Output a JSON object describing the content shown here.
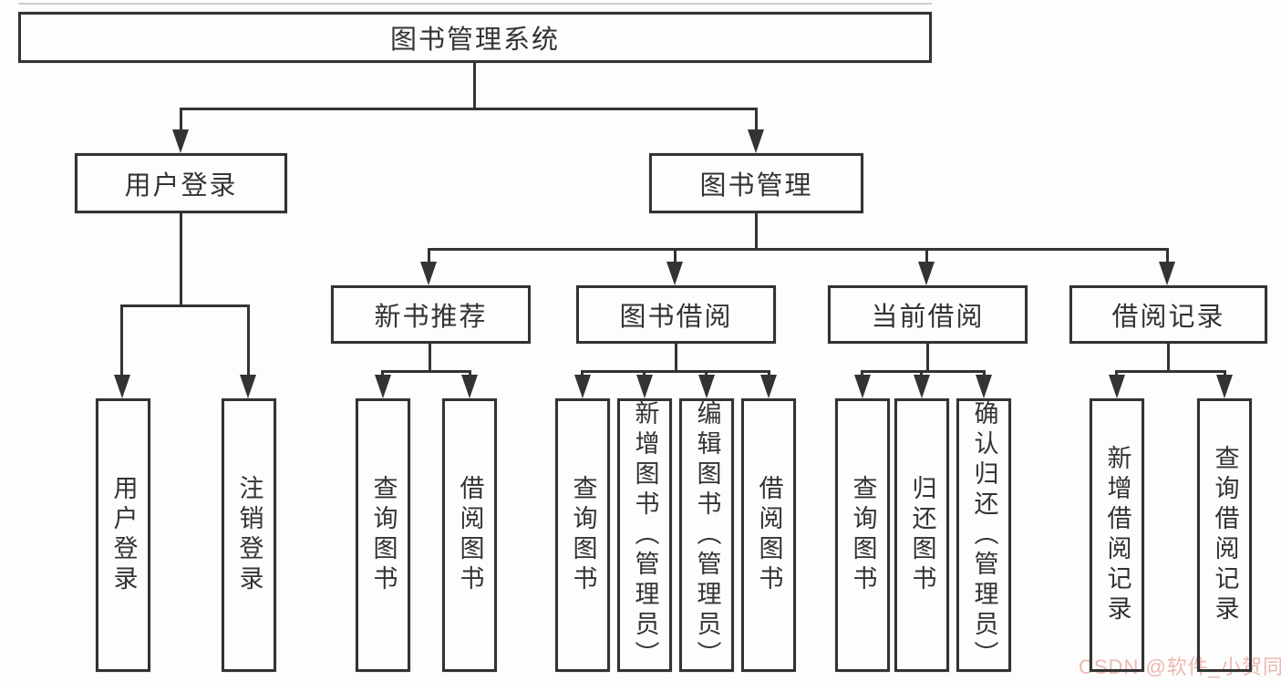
{
  "tree": {
    "root": "图书管理系统",
    "level2": [
      "用户登录",
      "图书管理"
    ],
    "level3": [
      "新书推荐",
      "图书借阅",
      "当前借阅",
      "借阅记录"
    ],
    "leaves": {
      "user_login": [
        "用户登录",
        "注销登录"
      ],
      "new_books": [
        "查询图书",
        "借阅图书"
      ],
      "borrow": [
        "查询图书",
        "新增图书（管理员）",
        "编辑图书（管理员）",
        "借阅图书"
      ],
      "current": [
        "查询图书",
        "归还图书",
        "确认归还（管理员）"
      ],
      "records": [
        "新增借阅记录",
        "查询借阅记录"
      ]
    }
  },
  "watermark": "CSDN @软件_小贺同学",
  "colors": {
    "line": "#333333",
    "text": "#333333",
    "watermark": "#edb8b2",
    "background": "#fdfdfd"
  }
}
